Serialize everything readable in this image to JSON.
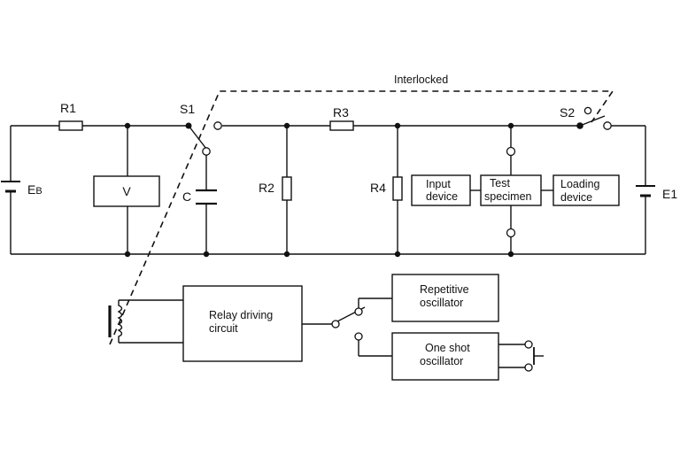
{
  "labels": {
    "interlocked": "Interlocked",
    "r1": "R1",
    "s1": "S1",
    "r3": "R3",
    "s2": "S2",
    "r2": "R2",
    "r4": "R4",
    "c": "C",
    "eb_main": "E",
    "eb_sub": "B",
    "e1": "E1",
    "voltmeter": "V"
  },
  "boxes": {
    "input_device": [
      "Input",
      "device"
    ],
    "test_specimen": [
      "Test",
      "specimen"
    ],
    "loading_device": [
      "Loading",
      "device"
    ],
    "relay_driving_circuit": [
      "Relay driving",
      "circuit"
    ],
    "repetitive_oscillator": [
      "Repetitive",
      "oscillator"
    ],
    "one_shot_oscillator": [
      "One shot",
      "oscillator"
    ]
  }
}
